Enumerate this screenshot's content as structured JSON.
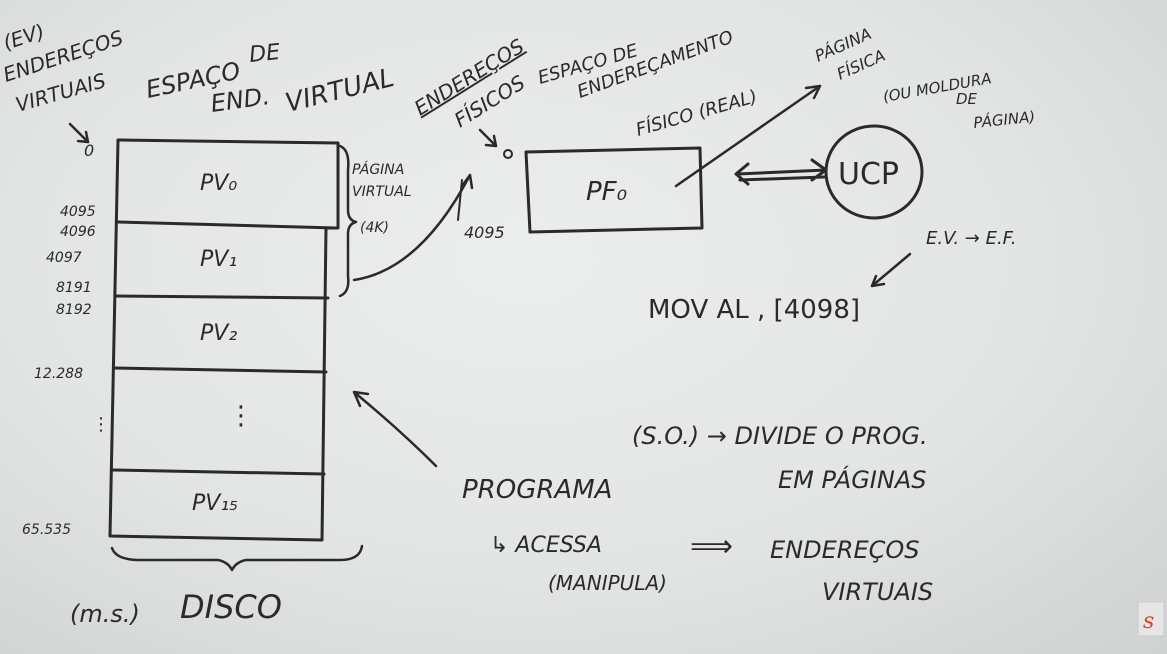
{
  "top_left": {
    "ev_label": "(EV)",
    "enderecos_line1": "ENDEREÇOS",
    "enderecos_line2": "VIRTUAIS",
    "arrow_zero": "0",
    "espaco_title_1": "ESPAÇO",
    "espaco_title_de": "DE",
    "espaco_title_2": "END.",
    "espaco_title_3": "VIRTUAL"
  },
  "virtual_pages": {
    "rows": [
      {
        "label": "PV₀"
      },
      {
        "label": "PV₁"
      },
      {
        "label": "PV₂"
      },
      {
        "label": "⋮"
      },
      {
        "label": "PV₁₅"
      }
    ],
    "addresses": [
      "4095",
      "4096",
      "4097",
      "8191",
      "8192",
      "12.288",
      "⋮",
      "65.535"
    ],
    "brace_label_1": "PÁGINA",
    "brace_label_2": "VIRTUAL",
    "brace_label_3": "(4K)",
    "bottom_label_ms": "(m.s.)",
    "bottom_label_disco": "DISCO"
  },
  "physical": {
    "title_1": "ENDEREÇOS",
    "title_2": "FÍSICOS",
    "espaco_1": "ESPAÇO DE",
    "espaco_2": "ENDEREÇAMENTO",
    "espaco_3": "FÍSICO (REAL)",
    "zero": "0",
    "end_addr": "4095",
    "frame_label": "PF₀",
    "pagina_fisica_1": "PÁGINA",
    "pagina_fisica_2": "FÍSICA",
    "moldura_1": "(OU MOLDURA",
    "moldura_2": "DE",
    "moldura_3": "PÁGINA)",
    "cpu_label": "UCP"
  },
  "translation": {
    "ev_to_ef": "E.V. → E.F.",
    "instruction": "MOV  AL , [4098]"
  },
  "os_note": {
    "line1": "(S.O.) → DIVIDE O PROG.",
    "line2": "EM PÁGINAS"
  },
  "programa_note": {
    "programa": "PROGRAMA",
    "acessa": "↳ ACESSA",
    "manipula": "(MANIPULA)",
    "arrow": "⟹",
    "enderecos": "ENDEREÇOS",
    "virtuais": "VIRTUAIS"
  },
  "corner_logo": "s"
}
